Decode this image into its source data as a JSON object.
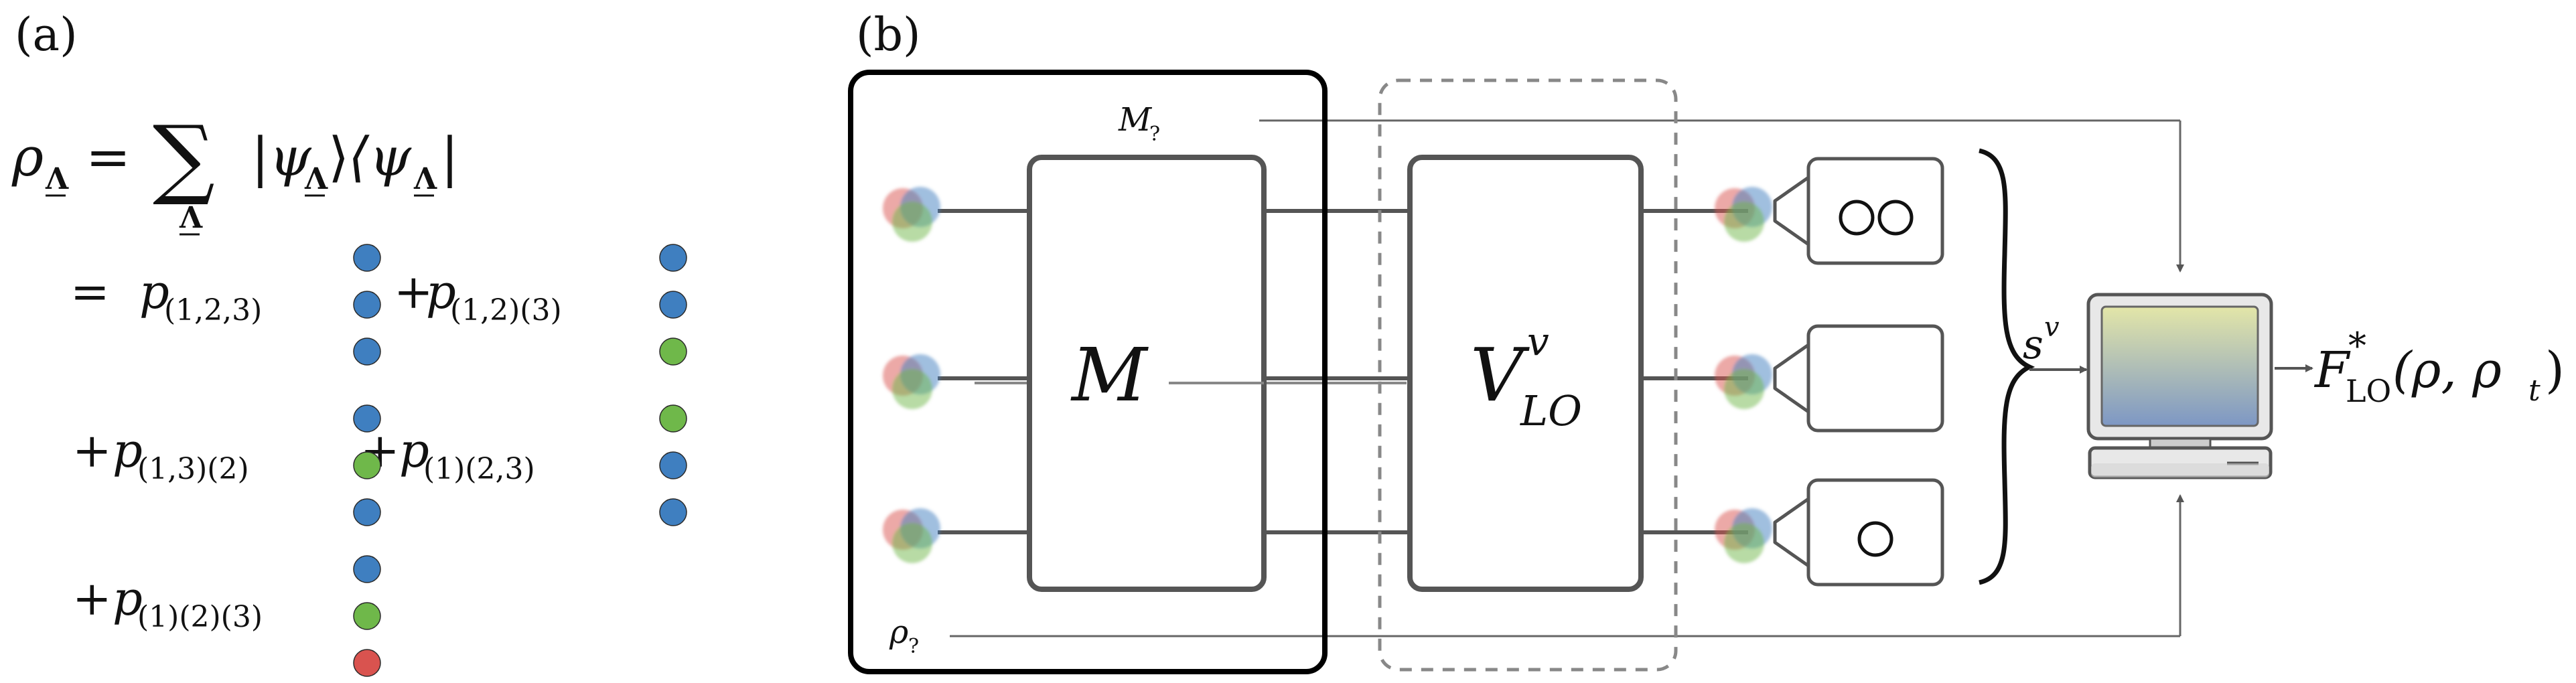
{
  "panel_a": {
    "label": "(a)",
    "rho_sym": "ρ",
    "lambda_sub": "Λ",
    "equals": "=",
    "sum_sym": "∑",
    "ket_psi": "|ψ",
    "rangle": "⟩",
    "bra_psi": "⟨ψ",
    "bar": "|",
    "terms": [
      {
        "prefix": "= ",
        "p": "p",
        "sub": "(1,2,3)",
        "dots": [
          "blue",
          "blue",
          "blue"
        ]
      },
      {
        "prefix": "+",
        "p": "p",
        "sub": "(1,2)(3)",
        "dots": [
          "blue",
          "blue",
          "green"
        ]
      },
      {
        "prefix": "+",
        "p": "p",
        "sub": "(1,3)(2)",
        "dots": [
          "blue",
          "green",
          "blue"
        ]
      },
      {
        "prefix": "+",
        "p": "p",
        "sub": "(1)(2,3)",
        "dots": [
          "green",
          "blue",
          "blue"
        ]
      },
      {
        "prefix": "+",
        "p": "p",
        "sub": "(1)(2)(3)",
        "dots": [
          "blue",
          "green",
          "red"
        ]
      }
    ]
  },
  "panel_b": {
    "label": "(b)",
    "measure_label": "M",
    "measure_sub": "?",
    "state_label": "ρ",
    "state_sub": "?",
    "M_box_label": "M",
    "V_box_main": "V",
    "V_box_sup": "v",
    "V_box_sub": "LO",
    "signal_label": "s",
    "signal_sup": "v",
    "arrow": "→",
    "fidelity_F": "F",
    "fidelity_sup": "*",
    "fidelity_sub": "LO",
    "fidelity_args_open": "(ρ, ρ",
    "fidelity_args_sub": "t",
    "fidelity_args_close": ")",
    "detector_clicks": [
      2,
      0,
      1
    ]
  },
  "colors": {
    "blue": "#3f7fc0",
    "green": "#6fb84a",
    "red": "#d9534f",
    "box": "#555555",
    "solid_frame": "#000000",
    "dashed_frame": "#888888",
    "line": "#666666",
    "monitor_screen_top": "#e3e6a8",
    "monitor_screen_bottom": "#7d97c4"
  }
}
